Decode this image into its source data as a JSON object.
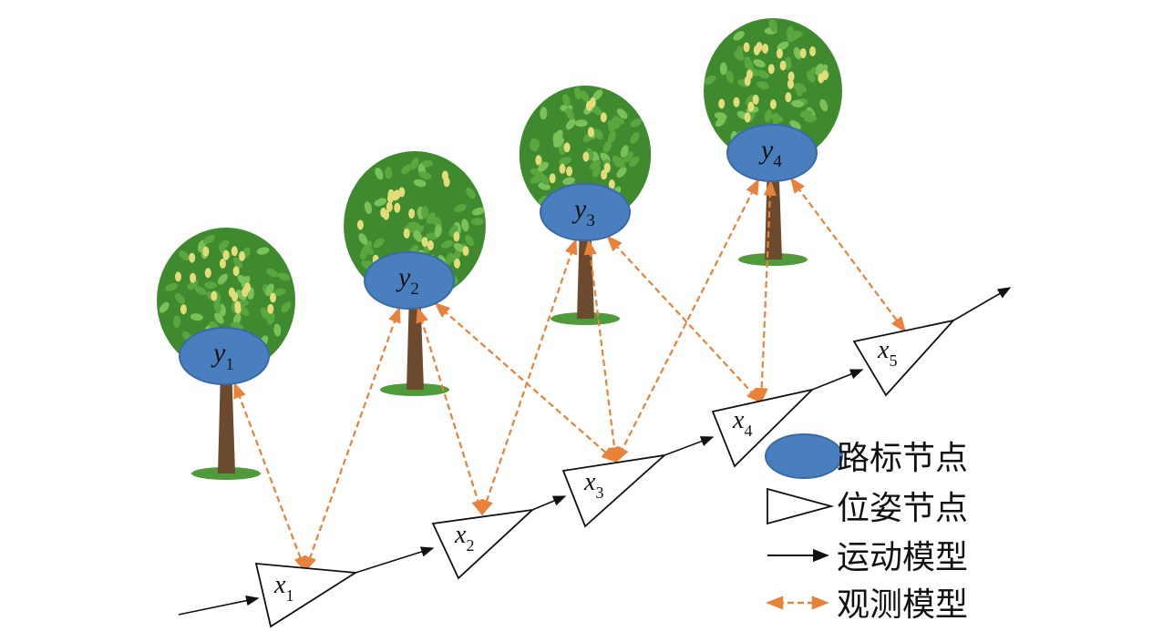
{
  "colors": {
    "landmark_fill": "#4a7fbf",
    "landmark_stroke": "#3a6aa6",
    "observation": "#e8823a",
    "motion": "#111111",
    "leaf_dark": "#3f8a2e",
    "leaf_light": "#7cc05a",
    "pear": "#e2dc7a",
    "trunk": "#6b4a2e",
    "grass": "#4f9a3a"
  },
  "landmarks": [
    {
      "var": "y",
      "sub": "1"
    },
    {
      "var": "y",
      "sub": "2"
    },
    {
      "var": "y",
      "sub": "3"
    },
    {
      "var": "y",
      "sub": "4"
    }
  ],
  "poses": [
    {
      "var": "x",
      "sub": "1"
    },
    {
      "var": "x",
      "sub": "2"
    },
    {
      "var": "x",
      "sub": "3"
    },
    {
      "var": "x",
      "sub": "4"
    },
    {
      "var": "x",
      "sub": "5"
    }
  ],
  "observations": [
    {
      "from_pose": 1,
      "to_landmark": 1
    },
    {
      "from_pose": 1,
      "to_landmark": 2
    },
    {
      "from_pose": 2,
      "to_landmark": 2
    },
    {
      "from_pose": 2,
      "to_landmark": 3
    },
    {
      "from_pose": 3,
      "to_landmark": 2
    },
    {
      "from_pose": 3,
      "to_landmark": 3
    },
    {
      "from_pose": 3,
      "to_landmark": 4
    },
    {
      "from_pose": 4,
      "to_landmark": 3
    },
    {
      "from_pose": 4,
      "to_landmark": 4
    },
    {
      "from_pose": 5,
      "to_landmark": 4
    }
  ],
  "legend": {
    "landmark_label": "路标节点",
    "pose_label": "位姿节点",
    "motion_label": "运动模型",
    "observation_label": "观测模型"
  }
}
